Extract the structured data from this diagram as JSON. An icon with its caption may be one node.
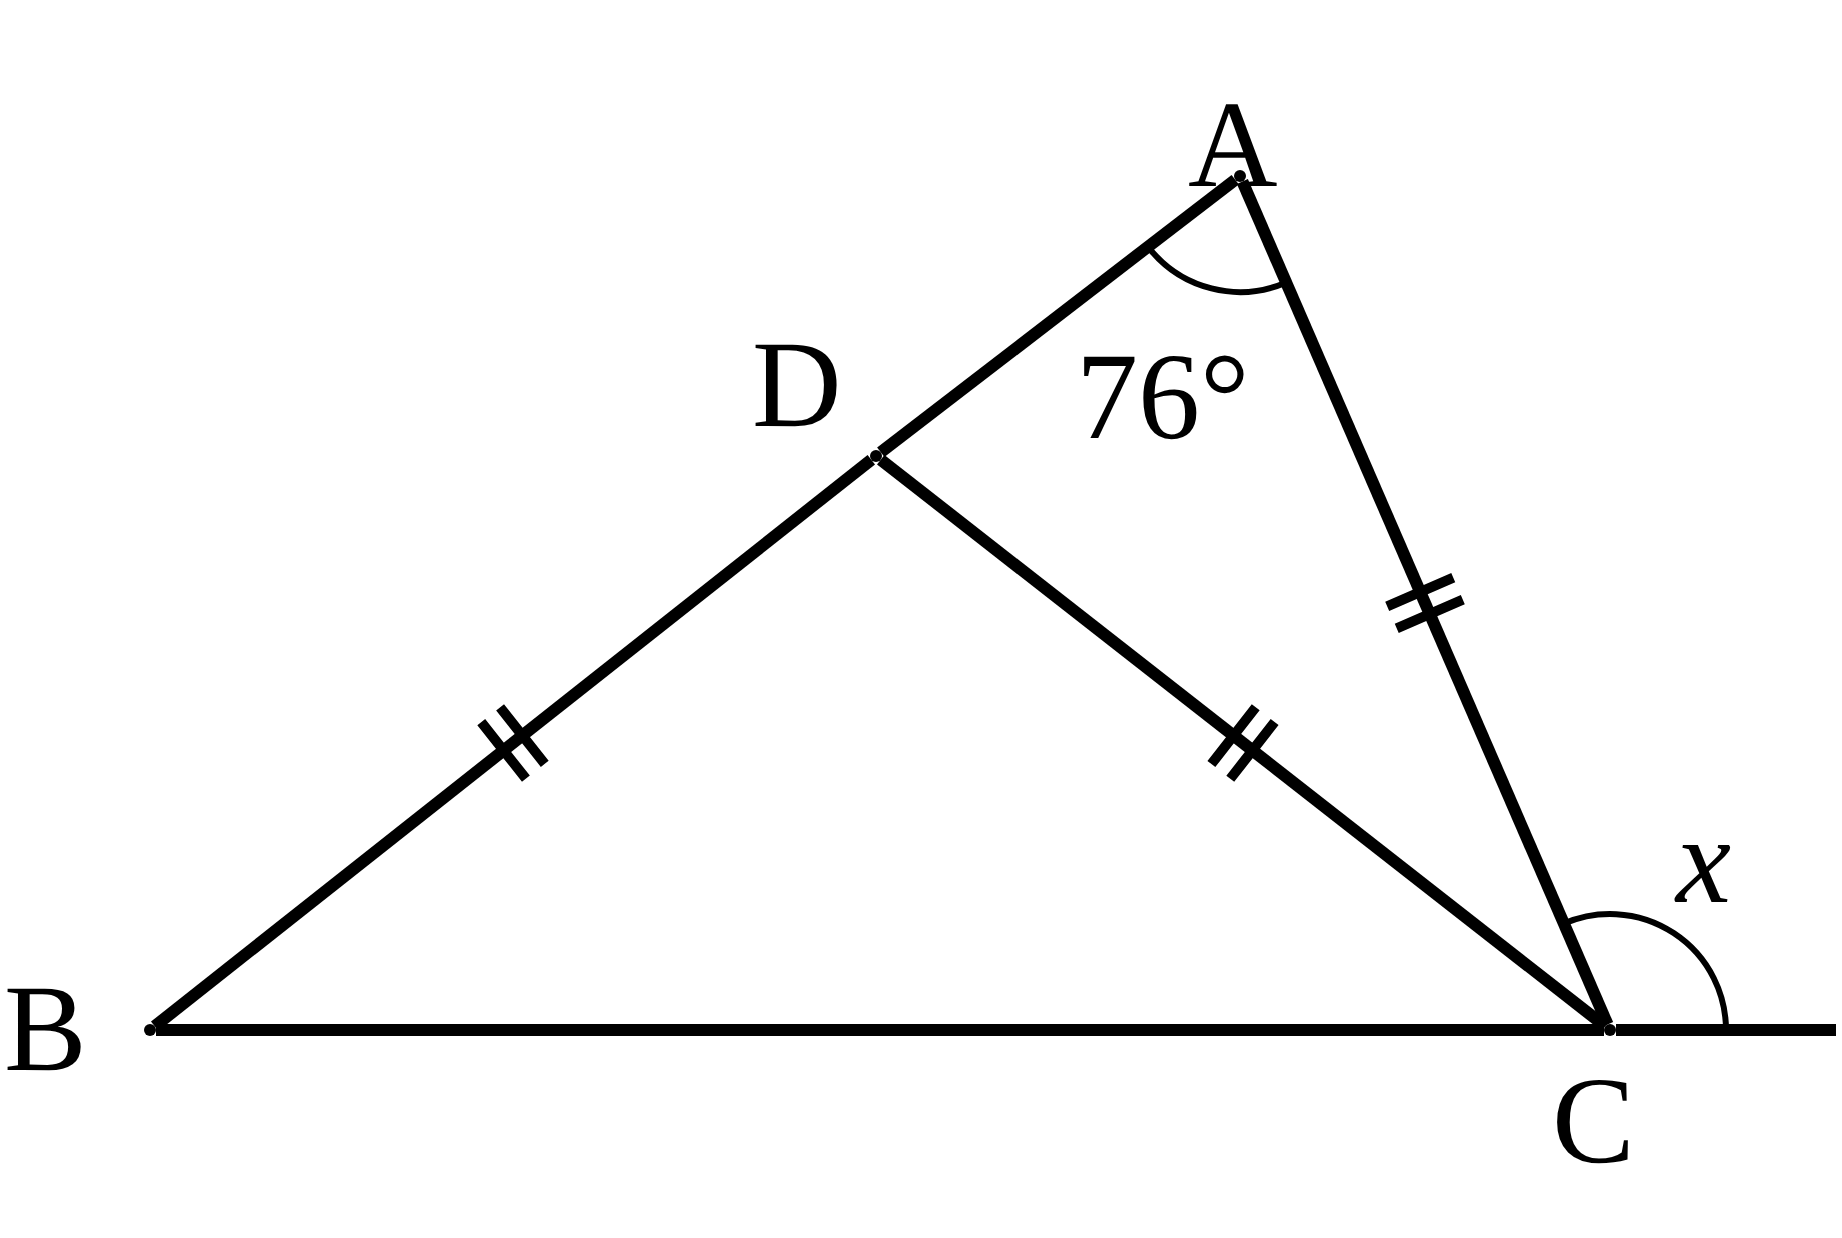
{
  "diagram": {
    "nodes": [
      {
        "text": [],
        "shape": "point",
        "beside": [
          "A"
        ]
      },
      {
        "text": [],
        "shape": "point",
        "beside": [
          "D"
        ]
      },
      {
        "text": [],
        "shape": "point",
        "beside": [
          "B"
        ]
      },
      {
        "text": [],
        "shape": "point",
        "beside": [
          "C"
        ]
      }
    ],
    "edges": [
      {
        "from": 0,
        "to": 1,
        "arrow": "none"
      },
      {
        "from": 1,
        "to": 2,
        "arrow": "none"
      },
      {
        "from": 1,
        "to": 3,
        "arrow": "none"
      },
      {
        "from": 0,
        "to": 3,
        "arrow": "none"
      },
      {
        "from": 2,
        "to": 3,
        "arrow": "none"
      },
      {
        "from": 3,
        "to": null,
        "arrow": "none"
      }
    ],
    "labels": [
      "76°",
      "x"
    ]
  }
}
